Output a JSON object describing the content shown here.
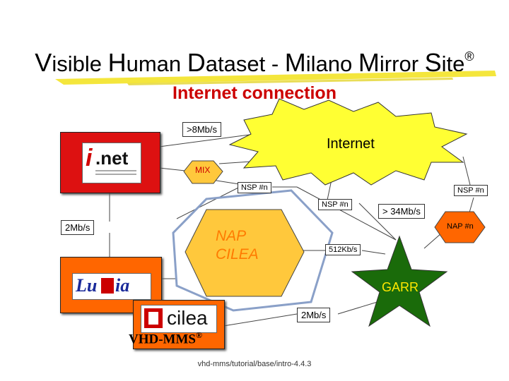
{
  "title": {
    "w1_cap": "V",
    "w1_rest": "isible",
    "w2_cap": "H",
    "w2_rest": "uman",
    "w3_cap": "D",
    "w3_rest": "ataset",
    "sep": "-",
    "w4_cap": "M",
    "w4_rest": "ilano",
    "w5_cap": "M",
    "w5_rest": "irror",
    "w6_cap": "S",
    "w6_rest": "ite",
    "registered": "®"
  },
  "subtitle": "Internet connection",
  "nodes": {
    "internet": "Internet",
    "mix": "MIX",
    "nap_line1": "NAP",
    "nap_line2": "CILEA",
    "garr": "GARR",
    "nap_n": "NAP #n",
    "inet_logo": ".net",
    "lusia_logo_a": "Lu",
    "lusia_logo_b": "ia",
    "cilea_logo": "cilea",
    "vhd_mms": "VHD-MMS",
    "vhd_reg": "®"
  },
  "labels": {
    "speed_8": ">8Mb/s",
    "nsp1": "NSP #n",
    "nsp2": "NSP #n",
    "nsp3": "NSP #n",
    "speed_34": "> 34Mb/s",
    "speed_2a": "2Mb/s",
    "speed_512": "512Kb/s",
    "speed_2b": "2Mb/s"
  },
  "footer": "vhd-mms/tutorial/base/intro-4.4.3",
  "colors": {
    "title_underline": "#f2e21a",
    "subtitle": "#cc0000",
    "burst": "#ffff33",
    "mix_hex": "#ffc83c",
    "nap_hex": "#ffc83c",
    "nap_text": "#ff7a00",
    "star": "#1a6b0a",
    "nap_n_hex": "#ff6600",
    "red_box": "#dd1111",
    "orange_box": "#ff6600"
  }
}
